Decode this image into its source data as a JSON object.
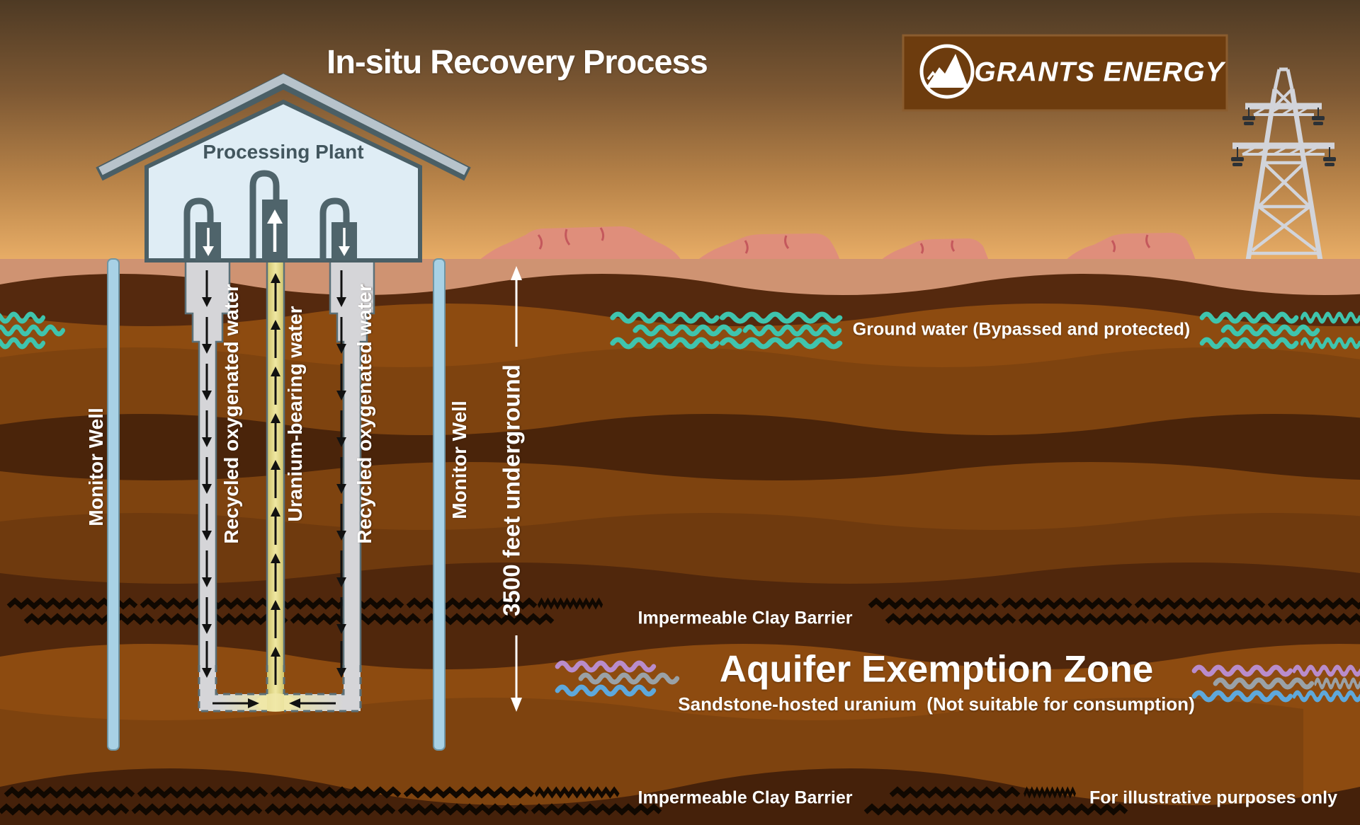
{
  "header": {
    "title": "In-situ Recovery Process",
    "brand": "GRANTS ENERGY"
  },
  "plant": {
    "label": "Processing Plant"
  },
  "wells": {
    "monitor_left": "Monitor Well",
    "injection_left": "Recycled oxygenated water",
    "production": "Uranium-bearing water",
    "injection_right": "Recycled oxygenated water",
    "monitor_right": "Monitor Well"
  },
  "depth": {
    "label": "3500 feet underground"
  },
  "geology": {
    "groundwater": "Ground water (Bypassed and protected)",
    "clay_upper": "Impermeable Clay Barrier",
    "aquifer_title": "Aquifer Exemption Zone",
    "aquifer_subtitle": "Sandstone-hosted uranium  (Not suitable for consumption)",
    "clay_lower": "Impermeable Clay Barrier"
  },
  "footer": {
    "disclaimer": "For illustrative purposes only"
  },
  "colors": {
    "sky_top": "#4e3a24",
    "sky_bottom": "#e9ae67",
    "surface": "#cf9372",
    "brand_box": "#6d3c0e",
    "groundwater_wave": "#3fc4ad",
    "clay_zigzag": "#100801",
    "aquifer_purple": "#b98ccb",
    "aquifer_gray": "#9aa1a6",
    "aquifer_blue": "#5ea8db",
    "monitor_well": "#a8d1e5",
    "injection_well": "#d5d5d8",
    "production_well": "#e3d98b",
    "plant_wall": "#dfedf5",
    "plant_frame": "#4a5f66",
    "mesa": "#df8e7b",
    "tower": "#d2d4da"
  }
}
